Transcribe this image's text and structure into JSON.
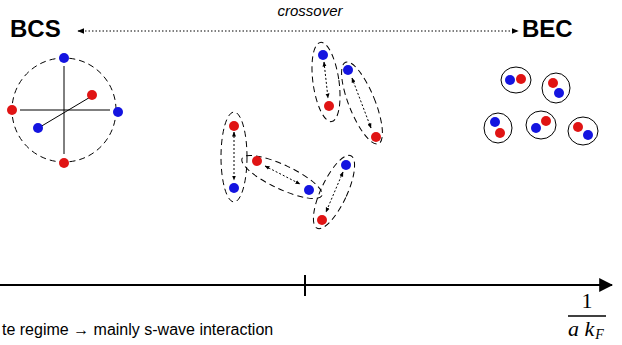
{
  "diagram": {
    "labels": [
      "BCS",
      "crossover",
      "BEC",
      "1",
      "a k",
      "F",
      "te regime → mainly s-wave interaction"
    ]
  }
}
